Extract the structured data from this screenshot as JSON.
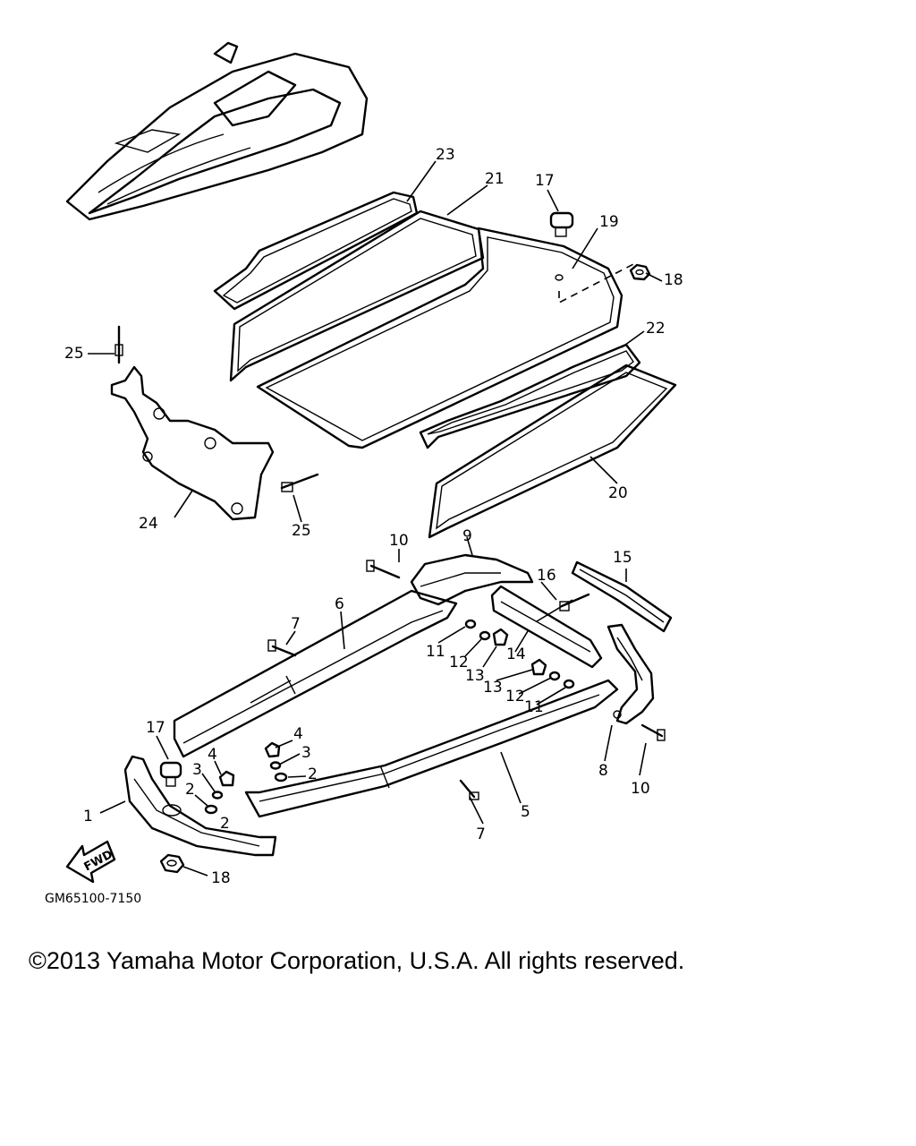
{
  "diagram": {
    "code": "GM65100-7150",
    "fwd_label": "FWD",
    "callouts": [
      "1",
      "2",
      "2",
      "2",
      "3",
      "3",
      "4",
      "4",
      "5",
      "6",
      "7",
      "7",
      "8",
      "9",
      "10",
      "10",
      "11",
      "11",
      "12",
      "12",
      "13",
      "13",
      "14",
      "15",
      "16",
      "17",
      "17",
      "18",
      "18",
      "19",
      "20",
      "21",
      "22",
      "23",
      "24",
      "25",
      "25"
    ]
  },
  "footer": {
    "copyright": "©2013 Yamaha Motor Corporation, U.S.A. All rights reserved."
  }
}
